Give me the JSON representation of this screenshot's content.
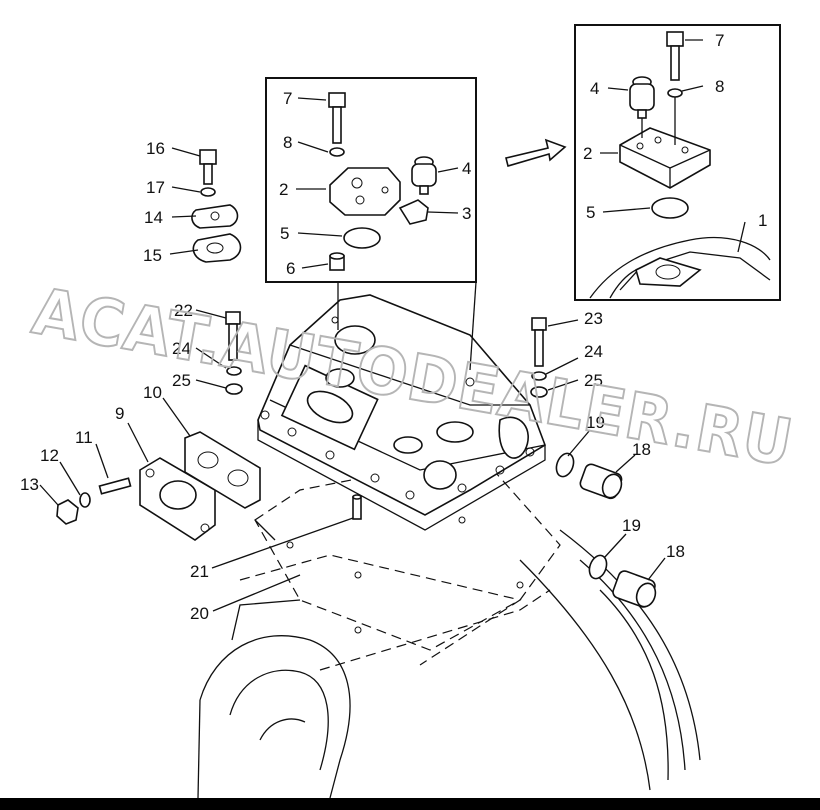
{
  "watermark": "ACAT.AUTODEALER.RU",
  "callouts": {
    "c1": "1",
    "c2a": "2",
    "c2b": "2",
    "c3": "3",
    "c4a": "4",
    "c4b": "4",
    "c5a": "5",
    "c5b": "5",
    "c6": "6",
    "c7a": "7",
    "c7b": "7",
    "c8a": "8",
    "c8b": "8",
    "c9": "9",
    "c10": "10",
    "c11": "11",
    "c12": "12",
    "c13": "13",
    "c14": "14",
    "c15": "15",
    "c16": "16",
    "c17": "17",
    "c18a": "18",
    "c18b": "18",
    "c19a": "19",
    "c19b": "19",
    "c20": "20",
    "c21": "21",
    "c22": "22",
    "c23": "23",
    "c24a": "24",
    "c24b": "24",
    "c25a": "25",
    "c25b": "25"
  }
}
